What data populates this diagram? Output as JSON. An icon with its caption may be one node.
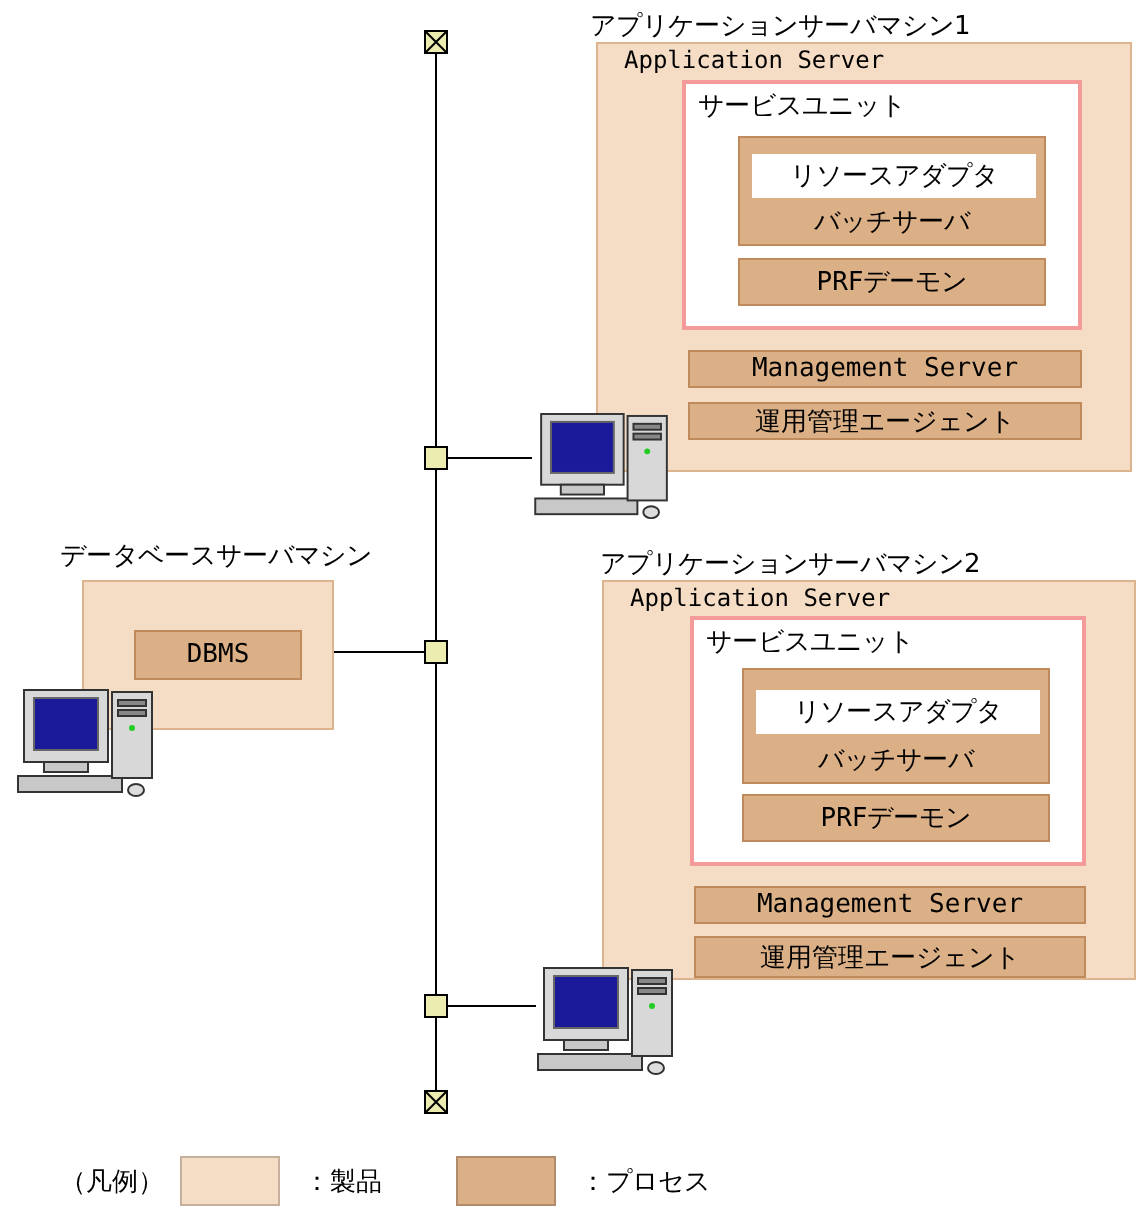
{
  "diagram": {
    "nodes": [
      {
        "text": [
          "アプリケーションサーバマシン1",
          "Application Server"
        ]
      },
      {
        "text": [
          "サービスユニット"
        ],
        "in": 0
      },
      {
        "text": [
          "バッチサーバ"
        ],
        "in": 1
      },
      {
        "text": [
          "リソースアダプタ"
        ],
        "in": 2
      },
      {
        "text": [
          "PRFデーモン"
        ],
        "in": 1
      },
      {
        "text": [
          "Management Server"
        ],
        "in": 0
      },
      {
        "text": [
          "運用管理エージェント"
        ],
        "in": 0
      },
      {
        "text": [],
        "shape": "picture"
      },
      {
        "text": [
          "アプリケーションサーバマシン2",
          "Application Server"
        ]
      },
      {
        "text": [
          "サービスユニット"
        ],
        "in": 8
      },
      {
        "text": [
          "バッチサーバ"
        ],
        "in": 9
      },
      {
        "text": [
          "リソースアダプタ"
        ],
        "in": 10
      },
      {
        "text": [
          "PRFデーモン"
        ],
        "in": 9
      },
      {
        "text": [
          "Management Server"
        ],
        "in": 8
      },
      {
        "text": [
          "運用管理エージェント"
        ],
        "in": 8
      },
      {
        "text": [],
        "shape": "picture"
      },
      {
        "text": [
          "データベースサーバマシン"
        ]
      },
      {
        "text": [
          "DBMS"
        ],
        "in": 16
      },
      {
        "text": [],
        "shape": "picture"
      },
      {
        "text": [],
        "shape": "box"
      },
      {
        "text": [],
        "shape": "box"
      },
      {
        "text": [],
        "shape": "box"
      },
      {
        "text": [],
        "shape": "box"
      },
      {
        "text": [],
        "shape": "box"
      }
    ],
    "edges": [
      {
        "from": 19,
        "to": 20,
        "arrow": "none"
      },
      {
        "from": 20,
        "to": 21,
        "arrow": "none"
      },
      {
        "from": 21,
        "to": 22,
        "arrow": "none"
      },
      {
        "from": 22,
        "to": 23,
        "arrow": "none"
      },
      {
        "from": 20,
        "to": 7,
        "arrow": "none"
      },
      {
        "from": 21,
        "to": 16,
        "arrow": "none"
      },
      {
        "from": 22,
        "to": 15,
        "arrow": "none"
      }
    ],
    "labels": [
      "（凡例）"
    ],
    "legend": [
      {
        "text": "：製品",
        "color": "#f5dcc5"
      },
      {
        "text": "：プロセス",
        "color": "#dcb087"
      }
    ]
  }
}
